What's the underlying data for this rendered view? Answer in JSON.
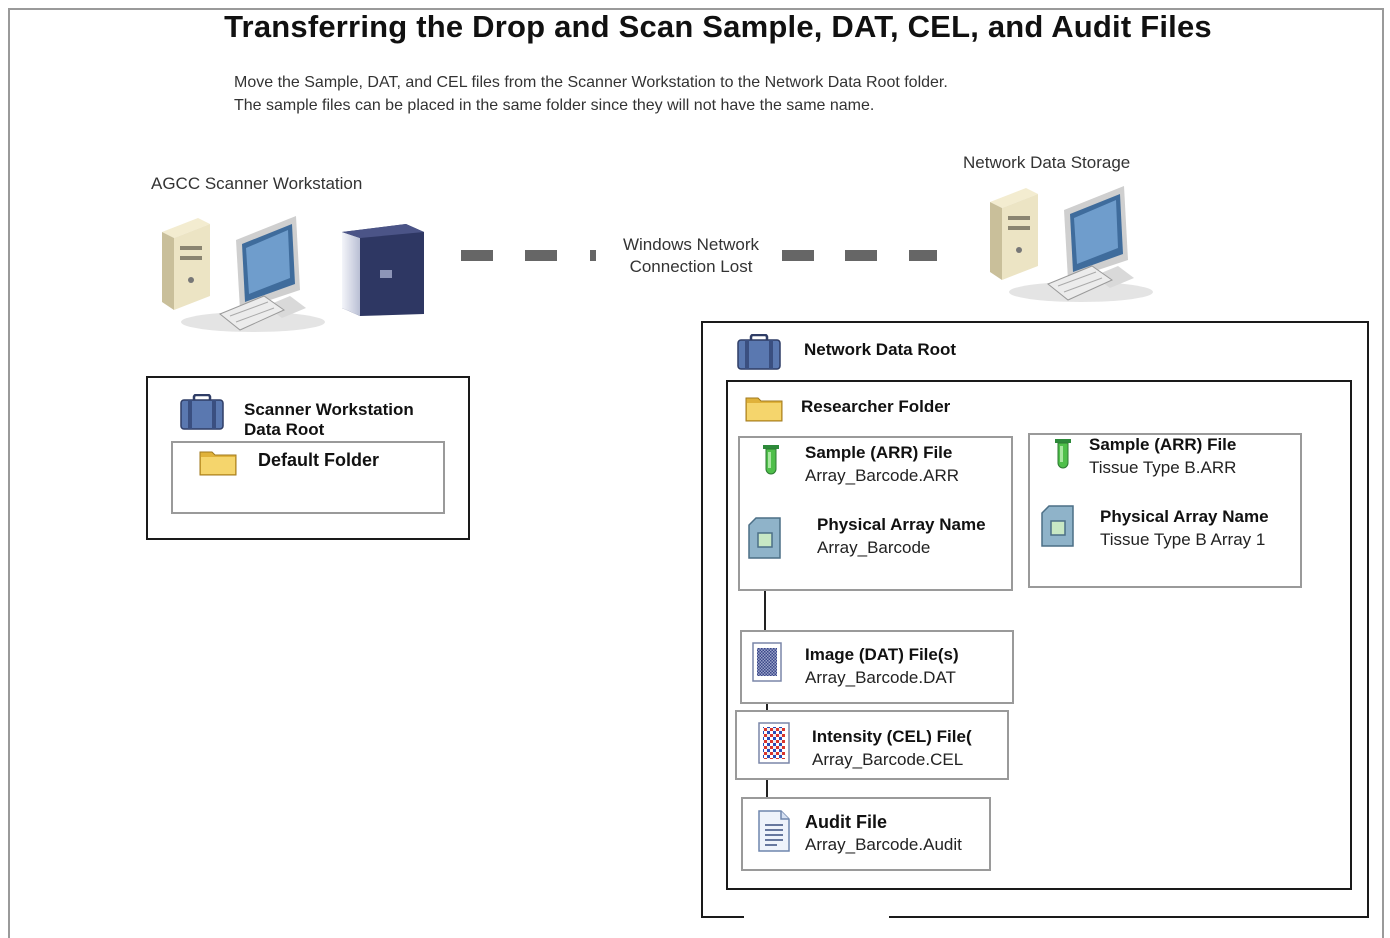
{
  "title": "Transferring the Drop and Scan Sample, DAT, CEL, and Audit Files",
  "intro": {
    "line1": "Move the Sample, DAT, and CEL files from the Scanner Workstation to the Network Data Root folder.",
    "line2": "The sample files can be placed in the same folder since they will not have the same name."
  },
  "left": {
    "workstation_label": "AGCC Scanner Workstation",
    "data_root_label_line1": "Scanner Workstation",
    "data_root_label_line2": "Data Root",
    "default_folder_label": "Default Folder"
  },
  "connection": {
    "line1": "Windows Network",
    "line2": "Connection Lost"
  },
  "right": {
    "storage_label": "Network Data Storage",
    "network_root_label": "Network Data Root",
    "researcher_folder_label": "Researcher Folder",
    "sample_a": {
      "title": "Sample (ARR) File",
      "name": "Array_Barcode.ARR",
      "array_title": "Physical Array Name",
      "array_name": "Array_Barcode"
    },
    "sample_b": {
      "title": "Sample (ARR) File",
      "name": "Tissue Type B.ARR",
      "array_title": "Physical Array Name",
      "array_name": "Tissue Type B Array 1"
    },
    "dat": {
      "title": "Image (DAT) File(s)",
      "name": "Array_Barcode.DAT"
    },
    "cel": {
      "title": "Intensity (CEL) File(",
      "name": "Array_Barcode.CEL"
    },
    "audit": {
      "title": "Audit File",
      "name": "Array_Barcode.Audit"
    }
  },
  "icons": [
    "computer-icon",
    "scanner-icon",
    "server-icon",
    "briefcase-icon",
    "folder-icon",
    "test-tube-icon",
    "array-chip-icon",
    "dat-file-icon",
    "cel-file-icon",
    "audit-file-icon"
  ]
}
